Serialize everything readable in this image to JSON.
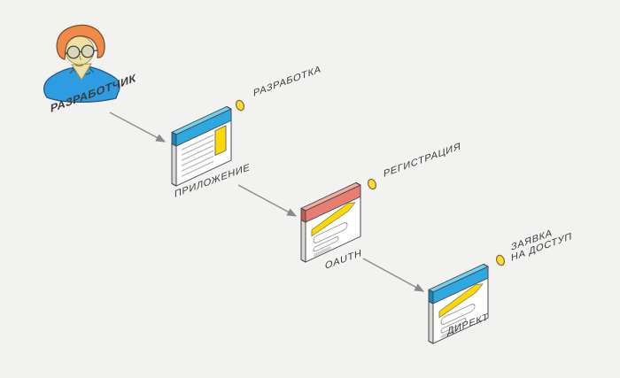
{
  "canvas": {
    "title": "OAuth access flow diagram"
  },
  "actor": {
    "id": "developer",
    "label": "РАЗРАБОТЧИК"
  },
  "nodes": [
    {
      "id": "app",
      "label": "ПРИЛОЖЕНИЕ",
      "window_style": "blue",
      "variant": "browser",
      "milestone": {
        "lines": [
          "РАЗРАБОТКА"
        ]
      }
    },
    {
      "id": "oauth",
      "label": "OAUTH",
      "window_style": "red",
      "variant": "banner",
      "milestone": {
        "lines": [
          "РЕГИСТРАЦИЯ"
        ]
      }
    },
    {
      "id": "direct",
      "label": "ДИРЕКТ",
      "window_style": "blue",
      "variant": "banner",
      "milestone": {
        "lines": [
          "ЗАЯВКА",
          "НА ДОСТУП"
        ]
      }
    }
  ],
  "arrows": [
    {
      "from": "developer",
      "to": "app"
    },
    {
      "from": "app",
      "to": "oauth"
    },
    {
      "from": "oauth",
      "to": "direct"
    }
  ],
  "palette": {
    "background": "#f2f2f0",
    "outline": "#4a4a4a",
    "text": "#3c3c3c",
    "arrow": "#8a8a8a",
    "window_body": "#ffffff",
    "window_side": "#d9d9d5",
    "line_gray": "#bcbcb8",
    "bar_gray_fill": "#d2d2ce",
    "bar_gray_stroke": "#9c9c98",
    "yellow": "#ffd800",
    "yellow_stroke": "#8a8a60",
    "dot_fill": "#ffdb33",
    "dot_stroke": "#7a6a28",
    "blue": {
      "front": "#2ea8e0",
      "top": "#73d2f3",
      "side": "#1687be"
    },
    "red": {
      "front": "#e87d74",
      "top": "#f3aca4",
      "side": "#cb5a51"
    },
    "avatar": {
      "hair": "#f08a48",
      "hair_outline": "#7c4e22",
      "skin": "#ece0a2",
      "skin_outline": "#a4925a",
      "shirt": "#2e9ce0",
      "shirt_outline": "#2a5878",
      "lens": "#cdd3cc",
      "rim": "#3a3a3a"
    }
  }
}
